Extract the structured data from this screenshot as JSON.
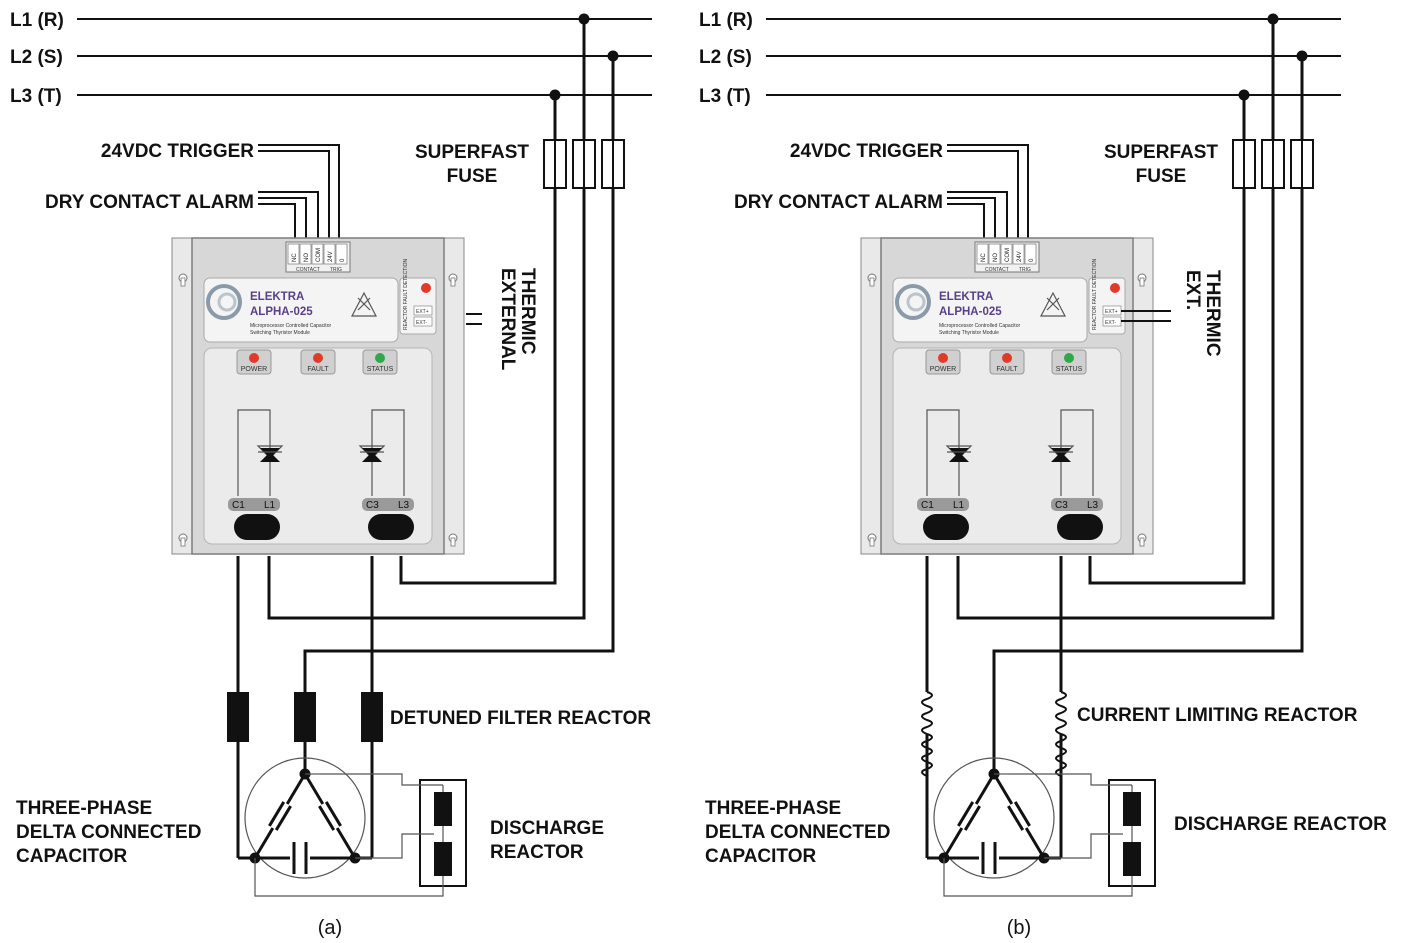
{
  "panels": [
    {
      "caption": "(a)",
      "lines": [
        "L1 (R)",
        "L2 (S)",
        "L3 (T)"
      ],
      "trigger_label": "24VDC TRIGGER",
      "alarm_label": "DRY CONTACT ALARM",
      "fuse_label": [
        "SUPERFAST",
        "FUSE"
      ],
      "thermic_label": [
        "EXTERNAL",
        "THERMIC"
      ],
      "reactor_label": "DETUNED FILTER REACTOR",
      "capacitor_label": [
        "THREE-PHASE",
        "DELTA CONNECTED",
        "CAPACITOR"
      ],
      "discharge_label": [
        "DISCHARGE",
        "REACTOR"
      ]
    },
    {
      "caption": "(b)",
      "lines": [
        "L1 (R)",
        "L2 (S)",
        "L3 (T)"
      ],
      "trigger_label": "24VDC TRIGGER",
      "alarm_label": "DRY CONTACT ALARM",
      "fuse_label": [
        "SUPERFAST",
        "FUSE"
      ],
      "thermic_label": [
        "EXT.",
        "THERMIC"
      ],
      "reactor_label": "CURRENT LIMITING REACTOR",
      "capacitor_label": [
        "THREE-PHASE",
        "DELTA CONNECTED",
        "CAPACITOR"
      ],
      "discharge_label": [
        "DISCHARGE REACTOR"
      ]
    }
  ],
  "module": {
    "brand": "ELEKTRA",
    "model": "ALPHA-025",
    "subtitle": [
      "Microprocessor Controlled Capacitor",
      "Switching Thyristor Module"
    ],
    "terminals": [
      "NC",
      "NO",
      "COM",
      "24V",
      "0"
    ],
    "terminal_groups": [
      "CONTACT",
      "TRIG"
    ],
    "fault_panel": "REACTOR FAULT DETECTION",
    "ext_terminals": [
      "EXT+",
      "EXT-"
    ],
    "leds": [
      {
        "label": "POWER",
        "color": "#e23a2a"
      },
      {
        "label": "FAULT",
        "color": "#e23a2a"
      },
      {
        "label": "STATUS",
        "color": "#2fa84a"
      }
    ],
    "outputs": [
      [
        "C1",
        "L1"
      ],
      [
        "C3",
        "L3"
      ]
    ]
  }
}
